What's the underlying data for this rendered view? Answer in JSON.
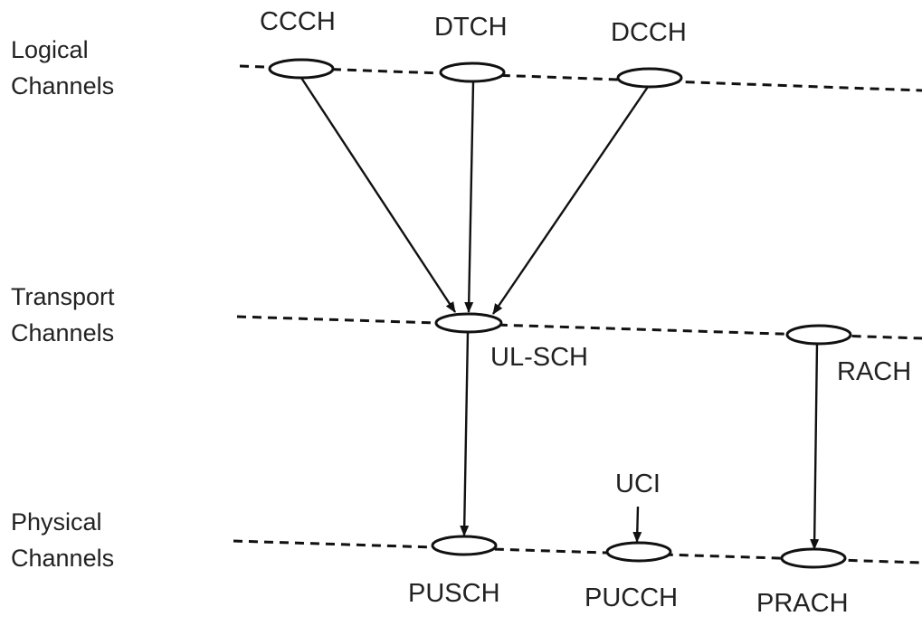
{
  "layers": {
    "logical": {
      "line1": "Logical",
      "line2": "Channels"
    },
    "transport": {
      "line1": "Transport",
      "line2": "Channels"
    },
    "physical": {
      "line1": "Physical",
      "line2": "Channels"
    }
  },
  "channels": {
    "ccch": "CCCH",
    "dtch": "DTCH",
    "dcch": "DCCH",
    "ul_sch": "UL-SCH",
    "rach": "RACH",
    "uci": "UCI",
    "pusch": "PUSCH",
    "pucch": "PUCCH",
    "prach": "PRACH"
  },
  "mappings": [
    {
      "from": "CCCH",
      "to": "UL-SCH"
    },
    {
      "from": "DTCH",
      "to": "UL-SCH"
    },
    {
      "from": "DCCH",
      "to": "UL-SCH"
    },
    {
      "from": "UL-SCH",
      "to": "PUSCH"
    },
    {
      "from": "RACH",
      "to": "PRACH"
    },
    {
      "from": "UCI",
      "to": "PUCCH"
    }
  ],
  "colors": {
    "stroke": "#111111",
    "text": "#222222",
    "background": "#ffffff"
  }
}
